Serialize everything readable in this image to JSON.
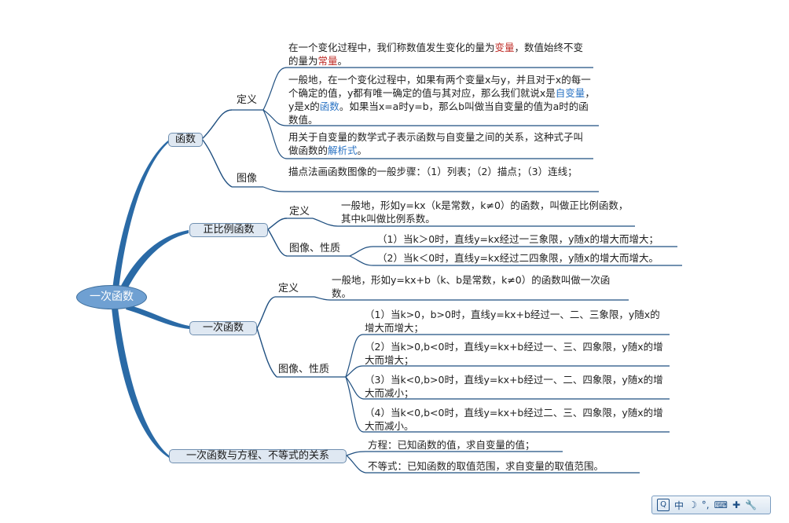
{
  "root": "一次函数",
  "branch_function": {
    "label": "函数",
    "definition_label": "定义",
    "def1": {
      "before": "在一个变化过程中，我们称数值发生变化的量为",
      "var": "变量",
      "mid": "，数值始终不变的量为",
      "const": "常量",
      "after": "。"
    },
    "def2": {
      "before": "一般地，在一个变化过程中，如果有两个变量x与y，并且对于x的每一个确定的值，y都有唯一确定的值与其对应，那么我们就说x是",
      "indep": "自变量",
      "mid": "，y是x的",
      "func": "函数",
      "after": "。如果当x=a时y=b，那么b叫做当自变量的值为a时的函数值。"
    },
    "def3": {
      "before": "用关于自变量的数学式子表示函数与自变量之间的关系，这种式子叫做函数的",
      "expr": "解析式",
      "after": "。"
    },
    "image_label": "图像",
    "image_text": "描点法画函数图像的一般步骤：（1）列表；（2）描点；（3）连线；"
  },
  "branch_direct": {
    "label": "正比例函数",
    "definition_label": "定义",
    "definition_text": "一般地，形如y=kx（k是常数，k≠0）的函数，叫做正比例函数，其中k叫做比例系数。",
    "props_label": "图像、性质",
    "prop1": "（1）当k＞0时，直线y=kx经过一三象限，y随x的增大而增大；",
    "prop2": "（2）当k＜0时，直线y=kx经过二四象限，y随x的增大而增大。"
  },
  "branch_linear": {
    "label": "一次函数",
    "definition_label": "定义",
    "definition_text": "一般地，形如y=kx+b（k、b是常数，k≠0）的函数叫做一次函数。",
    "props_label": "图像、性质",
    "prop1": "（1）当k>0，b>0时，直线y=kx+b经过一、二、三象限，y随x的增大而增大；",
    "prop2": "（2）当k>0,b<0时，直线y=kx+b经过一、三、四象限，y随x的增大而增大；",
    "prop3": "（3）当k<0,b>0时，直线y=kx+b经过一、二、四象限，y随x的增大而减小；",
    "prop4": "（4）当k<0,b<0时，直线y=kx+b经过二、三、四象限，y随x的增大而减小。"
  },
  "branch_relation": {
    "label": "一次函数与方程、不等式的关系",
    "equation": "方程：已知函数的值，求自变量的值；",
    "inequality": "不等式：已知函数的取值范围，求自变量的取值范围。"
  },
  "tray": {
    "items": [
      "中",
      "☽",
      "°,",
      "⌨",
      "✚",
      "🔧"
    ]
  },
  "colors": {
    "branch": "#2a6aa6",
    "line": "#1f4f80",
    "red": "#c0302b",
    "blue": "#2b74c4"
  }
}
